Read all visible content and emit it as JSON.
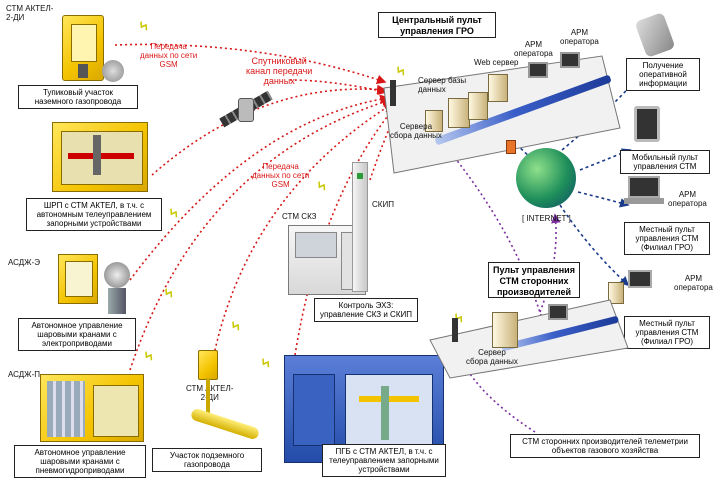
{
  "labels": {
    "stm_aktel_2di_top": "СТМ АКТЕЛ-\n2-ДИ",
    "dead_end": "Тупиковый участок\nназемного газопровода",
    "shrp": "ШРП с СТМ АКТЕЛ, в т.ч. с\nавтономным телеуправлением\nзапорными устройствами",
    "asdzh_e": "АСДЖ-Э",
    "auto_electric": "Автономное управление\nшаровыми кранами с\nэлектроприводами",
    "asdzh_p": "АСДЖ-П",
    "auto_pneumo": "Автономное управление\nшаровыми кранами с\nпневмогидроприводами",
    "stm_aktel_2di_mid": "СТМ АКТЕЛ-\n2-ДИ",
    "underground": "Участок подземного\nгазопровода",
    "stm_skz": "СТМ СКЗ",
    "skip": "СКИП",
    "ekz": "Контроль ЭХЗ:\nуправление СКЗ и СКИП",
    "pgb": "ПГБ с СТМ АКТЕЛ, в т.ч. с\nтелеуправлением запорными\nустройствами",
    "gsm1": "Передача\nданных по сети\nGSM",
    "satellite": "Спутниковый\nканал передачи\nданных",
    "gsm2": "Передача\nданных по сети\nGSM",
    "central_title": "Центральный пульт\nуправления ГРО",
    "db_server": "Сервер базы\nданных",
    "web_server": "Web сервер",
    "arm1": "АРМ\nоператора",
    "arm2": "АРМ\nоператора",
    "collect_server": "Сервера\nсбора данных",
    "internet": "[ INTERNET ]",
    "get_info": "Получение\nоперативной\nинформации",
    "mobile_console": "Мобильный пульт\nуправления СТМ",
    "arm3": "АРМ\nоператора",
    "local1": "Местный пульт\nуправления СТМ\n(Филиал ГРО)",
    "arm4": "АРМ\nоператора",
    "local2": "Местный пульт\nуправления СТМ\n(Филиал ГРО)",
    "third_title": "Пульт управления\nСТМ сторонних\nпроизводителей",
    "third_server": "Сервер\nсбора данных",
    "third_telemetry": "СТМ сторонних производителей телеметрии\nобъектов газового хозяйства"
  },
  "colors": {
    "gsm_link": "#d81818",
    "internet_link": "#1a3a8a",
    "third_link": "#7b2fa0",
    "pipe": "#2f55c0",
    "equipment": "#f4c300"
  }
}
